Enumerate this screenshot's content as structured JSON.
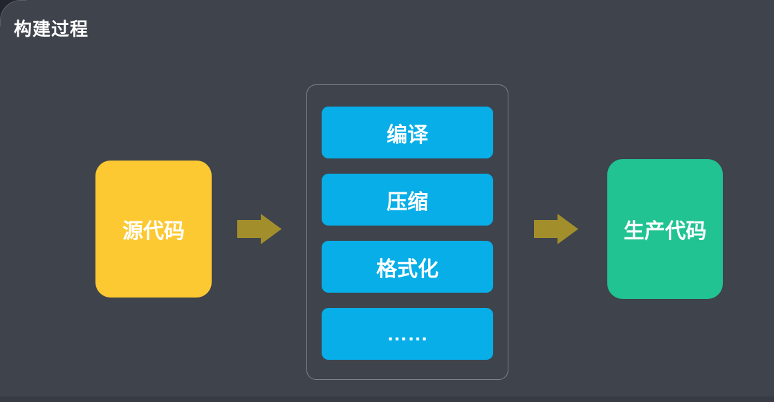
{
  "page": {
    "title": "构建过程"
  },
  "colors": {
    "card_background": "#3e434c",
    "outer_background": "#22262c",
    "bottom_strip": "#373b43",
    "corner_stroke": "#5a5f68",
    "source_node": "#fcc932",
    "step_node": "#07aee8",
    "output_node": "#21c392",
    "arrow": "#a28f2b",
    "container_border": "#7d828b",
    "text": "#ffffff"
  },
  "diagram": {
    "source_node": {
      "label": "源代码"
    },
    "process_container": {
      "steps": [
        {
          "label": "编译"
        },
        {
          "label": "压缩"
        },
        {
          "label": "格式化"
        },
        {
          "label": "……"
        }
      ]
    },
    "output_node": {
      "label": "生产代码"
    },
    "arrows": [
      {
        "direction": "right"
      },
      {
        "direction": "right"
      }
    ]
  }
}
